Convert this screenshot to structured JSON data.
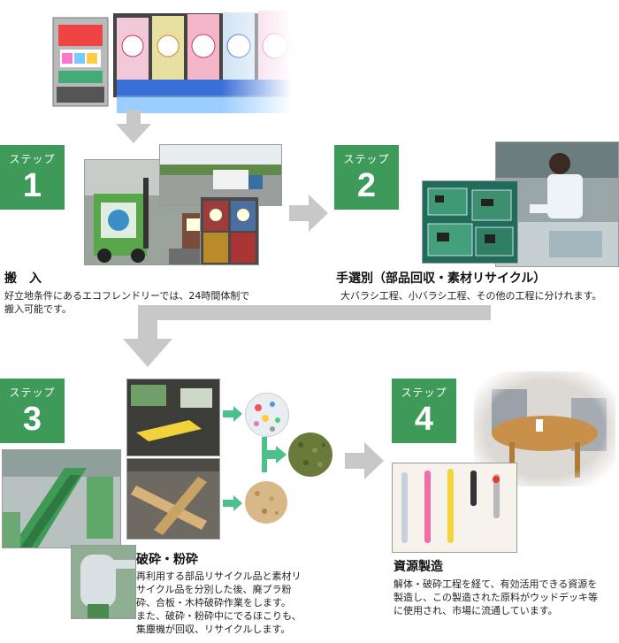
{
  "colors": {
    "badge": "#3d9a59",
    "flow_arrow": "#c8c8c8",
    "small_arrow": "#4cc08a"
  },
  "steps": [
    {
      "label": "ステップ",
      "number": "1",
      "title": "搬　入",
      "lines": [
        "好立地条件にあるエコフレンドリーでは、24時間体制で",
        "搬入可能です。"
      ]
    },
    {
      "label": "ステップ",
      "number": "2",
      "title": "手選別（部品回収・素材リサイクル）",
      "lines": [
        "大バラシ工程、小バラシ工程、その他の工程に分けれます。"
      ]
    },
    {
      "label": "ステップ",
      "number": "3",
      "title": "破砕・粉砕",
      "lines": [
        "再利用する部品リサイクル品と素材リ",
        "サイクル品を分別した後、廃プラ粉",
        "砕、合板・木枠破砕作業をします。",
        "また、破砕・粉砕中にでるほこりも、",
        "集塵機が回収、リサイクルします。"
      ]
    },
    {
      "label": "ステップ",
      "number": "4",
      "title": "資源製造",
      "lines": [
        "解体・破砕工程を経て、有効活用できる資源を",
        "製造し、この製造された原料がウッドデッキ等",
        "に使用され、市場に流通しています。"
      ]
    }
  ]
}
